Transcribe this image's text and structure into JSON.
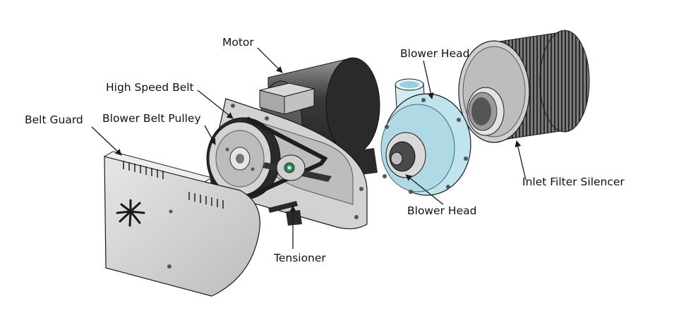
{
  "labels": {
    "motor": "Motor",
    "high_speed_belt": "High Speed Belt",
    "blower_belt_pulley": "Blower Belt Pulley",
    "belt_guard": "Belt Guard",
    "blower_head_top": "Blower Head",
    "blower_head_bottom": "Blower Head",
    "tensioner": "Tensioner",
    "inlet_filter_silencer": "Inlet Filter Silencer"
  },
  "colors": {
    "metal_light": "#d9d9d9",
    "metal_mid": "#b3b3b3",
    "metal_dark": "#6e6e6e",
    "black_part": "#2a2a2a",
    "blower_cyan": "#bfe4ee",
    "tensioner_green": "#2e8b57",
    "outline": "#1a1a1a"
  }
}
